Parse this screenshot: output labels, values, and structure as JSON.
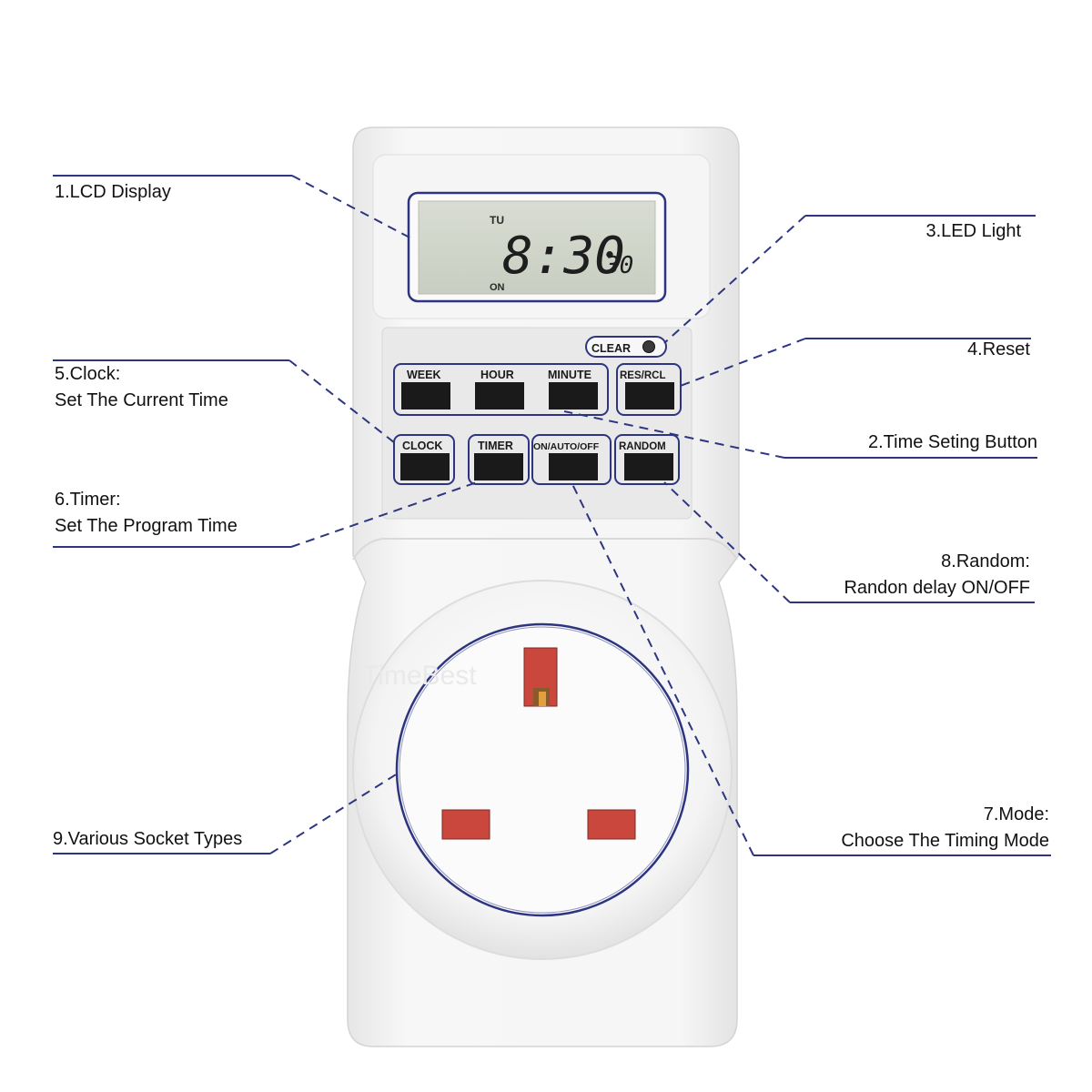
{
  "device": {
    "lcd": {
      "day": "TU",
      "time": "8:30",
      "seconds": "30",
      "state": "ON"
    },
    "clear_label": "CLEAR",
    "buttons_row1": [
      "WEEK",
      "HOUR",
      "MINUTE",
      "RES/RCL"
    ],
    "buttons_row2": [
      "CLOCK",
      "TIMER",
      "ON/AUTO/OFF",
      "RANDOM"
    ],
    "watermark": "TimeBest"
  },
  "callouts": {
    "lcd_display": [
      "1.LCD Display"
    ],
    "led_light": [
      "3.LED Light"
    ],
    "reset": [
      "4.Reset"
    ],
    "clock": [
      "5.Clock:",
      "Set The Current Time"
    ],
    "time_setting": [
      "2.Time Seting Button"
    ],
    "timer": [
      "6.Timer:",
      "Set The Program Time"
    ],
    "random": [
      "8.Random:",
      "Randon delay ON/OFF"
    ],
    "mode": [
      "7.Mode:",
      "Choose The Timing Mode"
    ],
    "socket": [
      "9.Various Socket Types"
    ]
  },
  "colors": {
    "leader_line": "#2e3580",
    "button_border": "#2a3380",
    "pin": "#c9473c"
  }
}
